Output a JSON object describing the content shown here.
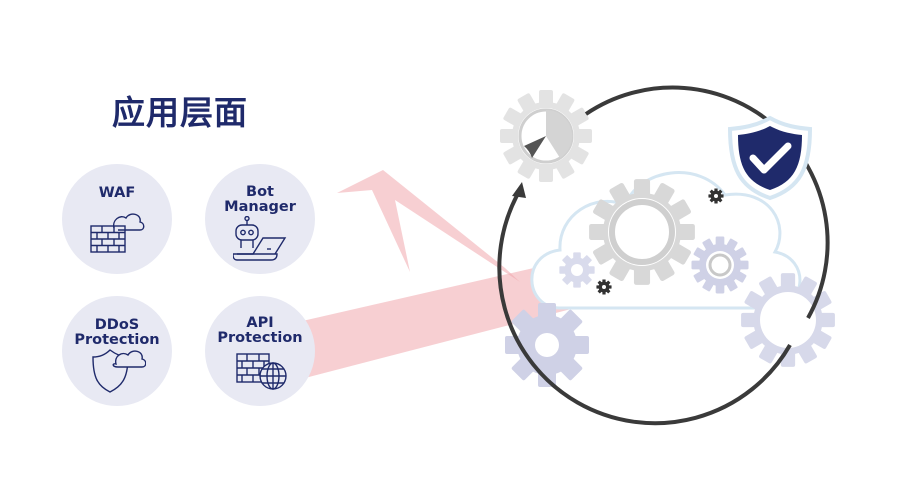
{
  "title": "应用层面",
  "cards": [
    {
      "label": "WAF",
      "icon": "cloud-firewall-icon"
    },
    {
      "label": "Bot\nManager",
      "icon": "robot-laptop-icon"
    },
    {
      "label": "DDoS\nProtection",
      "icon": "cloud-shield-icon"
    },
    {
      "label": "API\nProtection",
      "icon": "firewall-globe-icon"
    }
  ],
  "colors": {
    "navy": "#1f2a6b",
    "card_bg": "#e8e9f3",
    "arrow": "#f0a8ad",
    "gear_gray": "#d8d8d8",
    "gear_lavender": "#cfd1e6",
    "ring": "#3a3a3a",
    "cloud_outline": "#d5e6f2"
  }
}
